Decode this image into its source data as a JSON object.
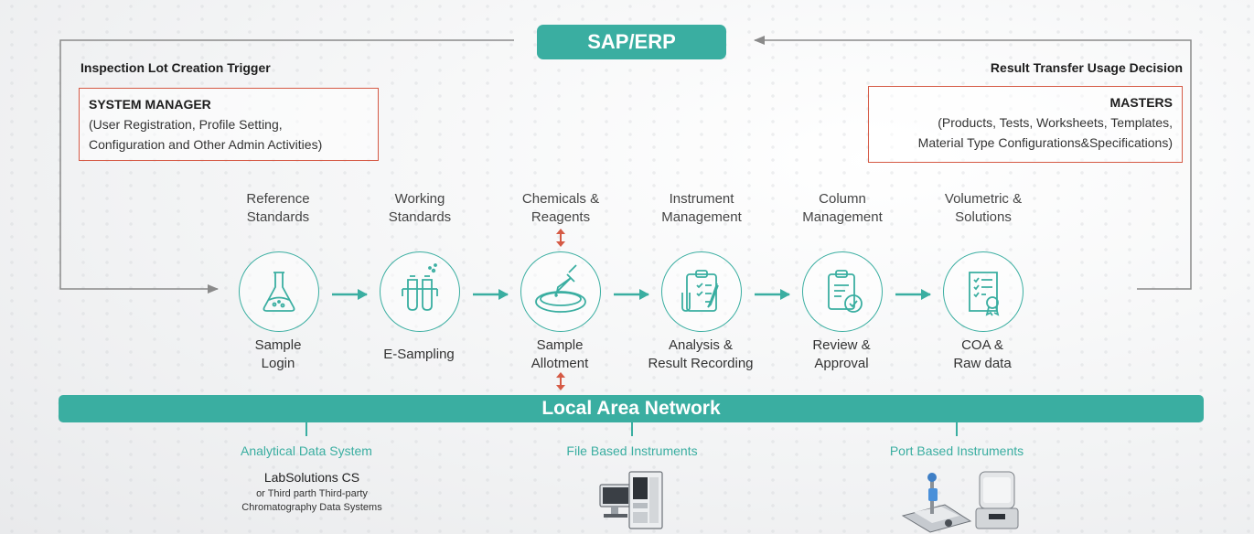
{
  "header": {
    "sap_label": "SAP/ERP",
    "left_caption": "Inspection Lot Creation Trigger",
    "right_caption": "Result Transfer Usage Decision"
  },
  "system_manager": {
    "title": "SYSTEM MANAGER",
    "line1": "(User Registration, Profile Setting,",
    "line2": "Configuration and Other Admin Activities)"
  },
  "masters": {
    "title": "MASTERS",
    "line1": "(Products, Tests, Worksheets, Templates,",
    "line2": "Material Type Configurations&Specifications)"
  },
  "top_labels": [
    {
      "line1": "Reference",
      "line2": "Standards"
    },
    {
      "line1": "Working",
      "line2": "Standards"
    },
    {
      "line1": "Chemicals &",
      "line2": "Reagents"
    },
    {
      "line1": "Instrument",
      "line2": "Management"
    },
    {
      "line1": "Column",
      "line2": "Management"
    },
    {
      "line1": "Volumetric &",
      "line2": "Solutions"
    }
  ],
  "steps": [
    {
      "line1": "Sample",
      "line2": "Login",
      "icon": "flask-icon"
    },
    {
      "line1": "E-Sampling",
      "line2": "",
      "icon": "test-tubes-icon"
    },
    {
      "line1": "Sample",
      "line2": "Allotment",
      "icon": "dropper-dish-icon"
    },
    {
      "line1": "Analysis &",
      "line2": "Result Recording",
      "icon": "clipboard-checklist-icon"
    },
    {
      "line1": "Review &",
      "line2": "Approval",
      "icon": "clipboard-check-icon"
    },
    {
      "line1": "COA &",
      "line2": "Raw data",
      "icon": "certificate-icon"
    }
  ],
  "network": {
    "label": "Local Area Network",
    "nodes": [
      {
        "label": "Analytical Data System",
        "main": "LabSolutions CS",
        "sub1": "or Third parth Third-party",
        "sub2": "Chromatography Data Systems"
      },
      {
        "label": "File Based Instruments"
      },
      {
        "label": "Port Based Instruments"
      }
    ]
  },
  "colors": {
    "teal": "#3aaea1",
    "box_border": "#d55a45",
    "double_arrow": "#d55a45",
    "connector": "#8a8a8a"
  }
}
